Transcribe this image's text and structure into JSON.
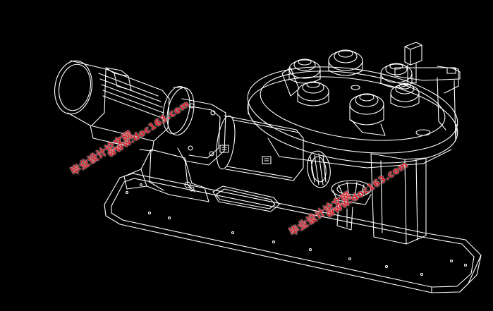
{
  "watermarks": [
    {
      "url": "www.doc163.com",
      "text": "毕业设计论文网"
    },
    {
      "url": "www.doc163.com",
      "text": "毕业设计论文网"
    }
  ],
  "colors": {
    "background": "#000000",
    "lines": "#ffffff",
    "watermark": "#d5202a"
  }
}
